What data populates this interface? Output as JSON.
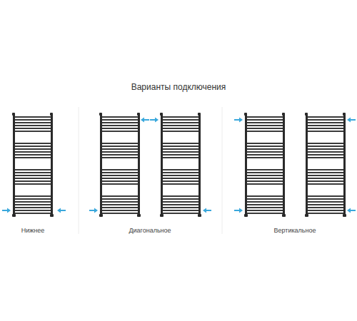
{
  "diagram": {
    "title": "Варианты подключения",
    "labels": [
      "Нижнее",
      "Диагональное",
      "Вертикальное"
    ]
  }
}
